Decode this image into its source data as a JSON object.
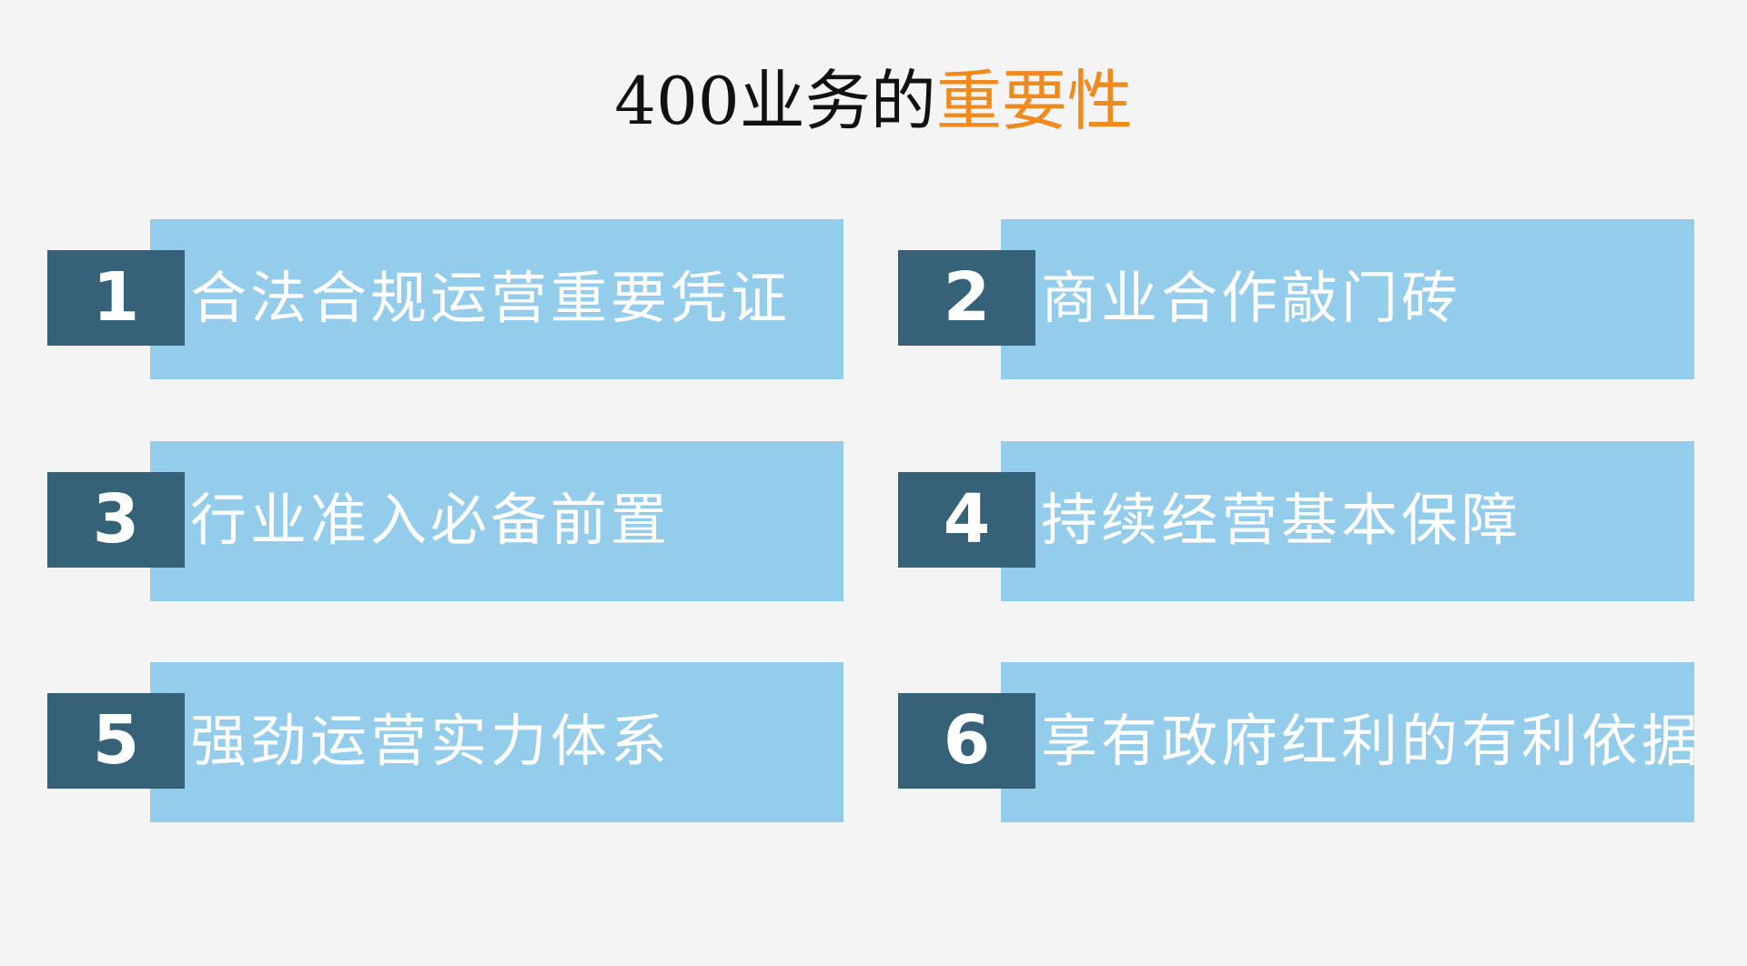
{
  "title": {
    "prefix": "400业务的",
    "highlight": "重要性"
  },
  "items": [
    {
      "number": "1",
      "label": "合法合规运营重要凭证"
    },
    {
      "number": "2",
      "label": "商业合作敲门砖"
    },
    {
      "number": "3",
      "label": "行业准入必备前置"
    },
    {
      "number": "4",
      "label": "持续经营基本保障"
    },
    {
      "number": "5",
      "label": "强劲运营实力体系"
    },
    {
      "number": "6",
      "label": "享有政府红利的有利依据"
    }
  ],
  "colors": {
    "background": "#f4f4f4",
    "panel": "#94cdeb",
    "number_box": "#356279",
    "accent": "#f08a1c",
    "title_text": "#111111"
  }
}
